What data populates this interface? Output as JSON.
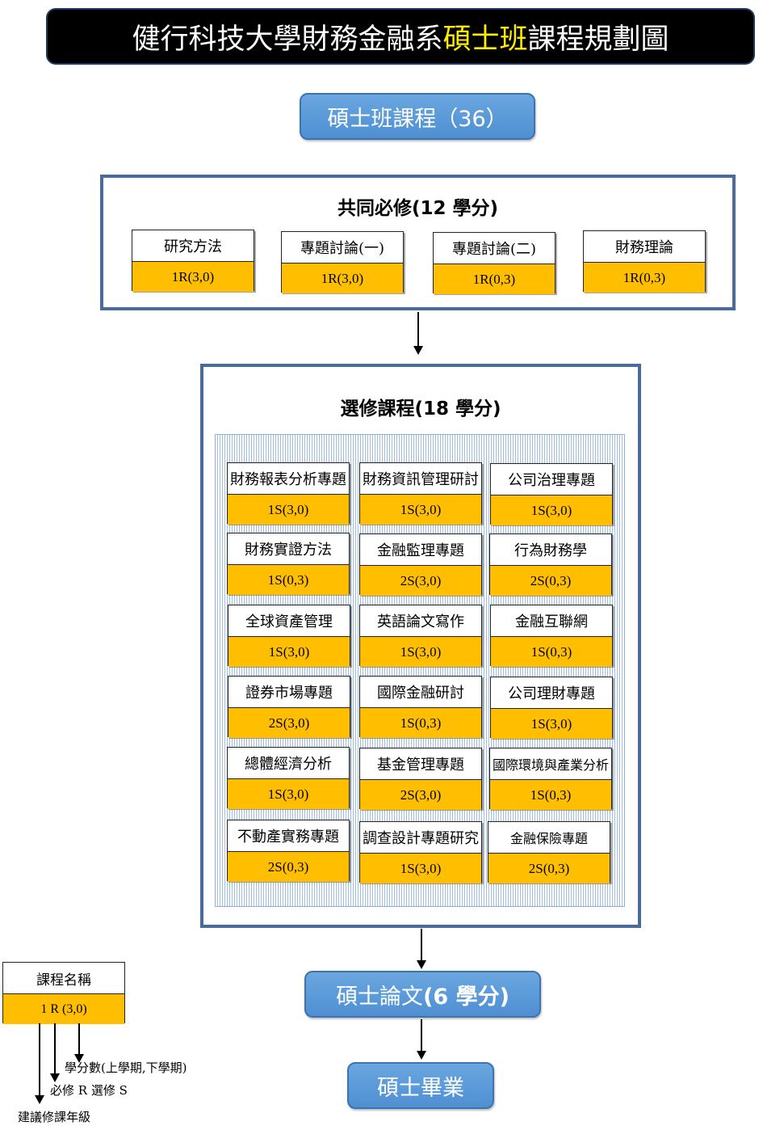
{
  "title": {
    "prefix": "健行科技大學財務金融系",
    "highlight": "碩士班",
    "suffix": "課程規劃圖"
  },
  "program_label": "碩士班課程（36）",
  "required": {
    "title": "共同必修(12 學分)",
    "courses": [
      {
        "name": "研究方法",
        "credit": "1R(3,0)"
      },
      {
        "name": "專題討論(一)",
        "credit": "1R(3,0)"
      },
      {
        "name": "專題討論(二)",
        "credit": "1R(0,3)"
      },
      {
        "name": "財務理論",
        "credit": "1R(0,3)"
      }
    ]
  },
  "elective": {
    "title": "選修課程(18 學分)",
    "courses": [
      {
        "name": "財務報表分析專題",
        "credit": "1S(3,0)"
      },
      {
        "name": "財務資訊管理研討",
        "credit": "1S(3,0)"
      },
      {
        "name": "公司治理專題",
        "credit": "1S(3,0)"
      },
      {
        "name": "財務實證方法",
        "credit": "1S(0,3)"
      },
      {
        "name": "金融監理專題",
        "credit": "2S(3,0)"
      },
      {
        "name": "行為財務學",
        "credit": "2S(0,3)"
      },
      {
        "name": "全球資產管理",
        "credit": "1S(3,0)"
      },
      {
        "name": "英語論文寫作",
        "credit": "1S(3,0)"
      },
      {
        "name": "金融互聯網",
        "credit": "1S(0,3)"
      },
      {
        "name": "證券市場專題",
        "credit": "2S(3,0)"
      },
      {
        "name": "國際金融研討",
        "credit": "1S(0,3)"
      },
      {
        "name": "公司理財專題",
        "credit": "1S(3,0)"
      },
      {
        "name": "總體經濟分析",
        "credit": "1S(3,0)"
      },
      {
        "name": "基金管理專題",
        "credit": "2S(3,0)"
      },
      {
        "name": "國際環境與產業分析",
        "credit": "1S(0,3)"
      },
      {
        "name": "不動產實務專題",
        "credit": "2S(0,3)"
      },
      {
        "name": "調查設計專題研究",
        "credit": "1S(3,0)"
      },
      {
        "name": "金融保險專題",
        "credit": "2S(0,3)"
      }
    ]
  },
  "thesis": {
    "prefix": "碩士論文",
    "suffix": "(6 學分)"
  },
  "graduate": "碩士畢業",
  "legend": {
    "name": "課程名稱",
    "credit": "1 R (3,0)",
    "credits_note": "學分數(上學期,下學期)",
    "type_note": "必修 R  選修 S",
    "year_note": "建議修課年級"
  },
  "colors": {
    "credit_fill": "#ffbf00",
    "button_blue": "#5b9bd5",
    "title_highlight": "#ffee00"
  }
}
